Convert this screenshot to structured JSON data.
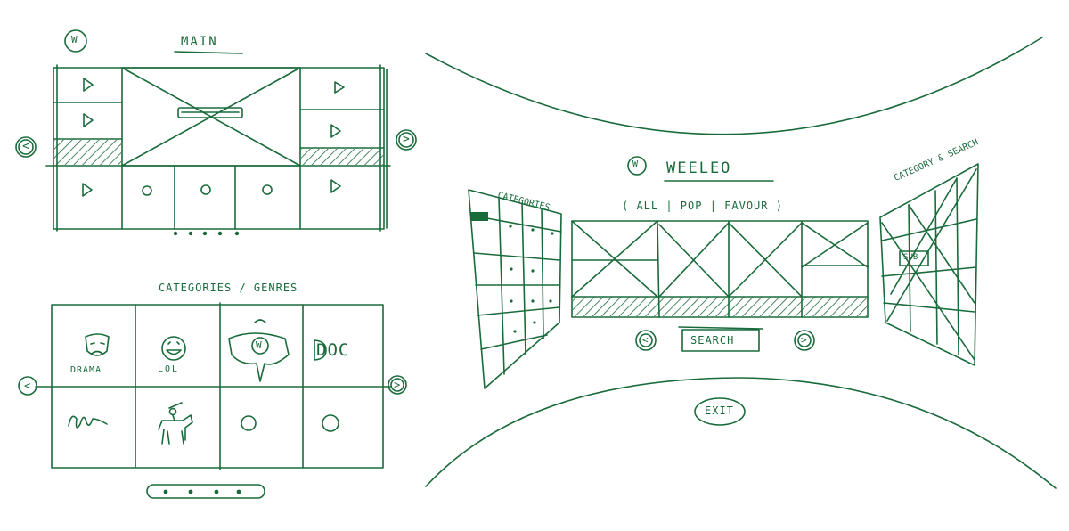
{
  "ink_color": "#1a6b3c",
  "paper_color": "#ffffff",
  "main_sketch": {
    "title": "MAIN",
    "logo": "W",
    "prev_arrow": "<",
    "next_arrow": ">",
    "pagination_dots": 5
  },
  "categories_sketch": {
    "title": "CATEGORIES / GENRES",
    "prev_arrow": "<",
    "next_arrow": ">",
    "tiles": [
      {
        "label": "DRAMA",
        "icon": "drama-mask-icon"
      },
      {
        "label": "LOL",
        "icon": "laughing-face-icon"
      },
      {
        "label": "",
        "icon": "logo-badge-icon",
        "logo_text": "W"
      },
      {
        "label": "DOC",
        "icon": "doc-text-icon"
      },
      {
        "label": "",
        "icon": "signature-scribble-icon"
      },
      {
        "label": "",
        "icon": "horse-rider-icon"
      },
      {
        "label": "",
        "icon": "circle-placeholder-icon"
      },
      {
        "label": "",
        "icon": "circle-placeholder-icon"
      }
    ],
    "pagination_dots": 4
  },
  "vr_sketch": {
    "logo": "W",
    "app_name": "WEELEO",
    "left_panel_title": "CATEGORIES",
    "right_panel_title": "CATEGORY & SEARCH",
    "right_panel_button": "SUB",
    "filter_text": "( ALL | POP | FAVOUR )",
    "search_label": "SEARCH",
    "prev_arrow": "<",
    "next_arrow": ">",
    "exit_label": "EXIT"
  }
}
